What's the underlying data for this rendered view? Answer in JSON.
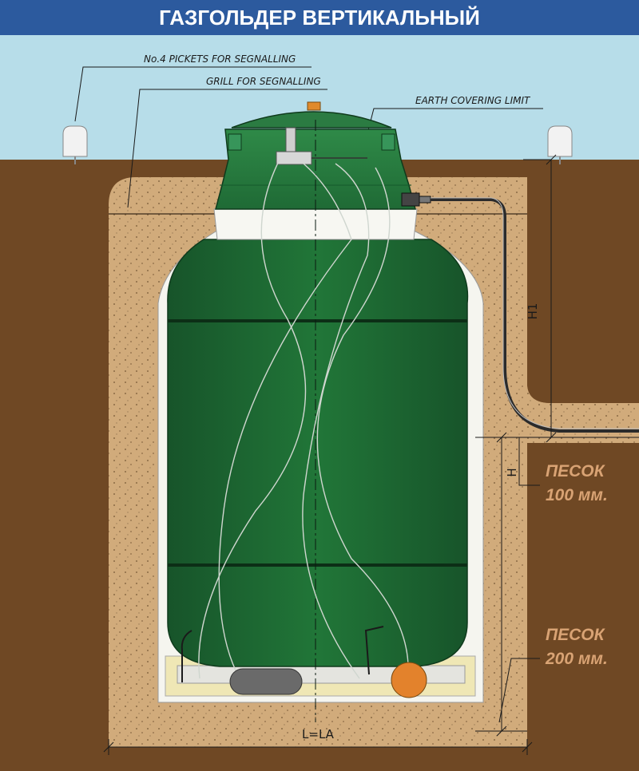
{
  "title": "ГАЗГОЛЬДЕР ВЕРТИКАЛЬНЫЙ",
  "callouts": {
    "pickets": "No.4 PICKETS FOR SEGNALLING",
    "grill": "GRILL FOR SEGNALLING",
    "earth": "EARTH COVERING LIMIT"
  },
  "dimensions": {
    "h1": "H1",
    "h": "H",
    "width": "L=LA"
  },
  "sand_labels": [
    {
      "line1": "ПЕСОК",
      "line2": "100 мм."
    },
    {
      "line1": "ПЕСОК",
      "line2": "200 мм."
    }
  ],
  "colors": {
    "title_bar": "#2c5a9e",
    "sky": "#b7dde9",
    "soil": "#6f4824",
    "sand": "#d1ab7b",
    "tank_green": "#1e6a35",
    "pipe": "#3a3a3a",
    "sand_label": "#d9a374"
  }
}
